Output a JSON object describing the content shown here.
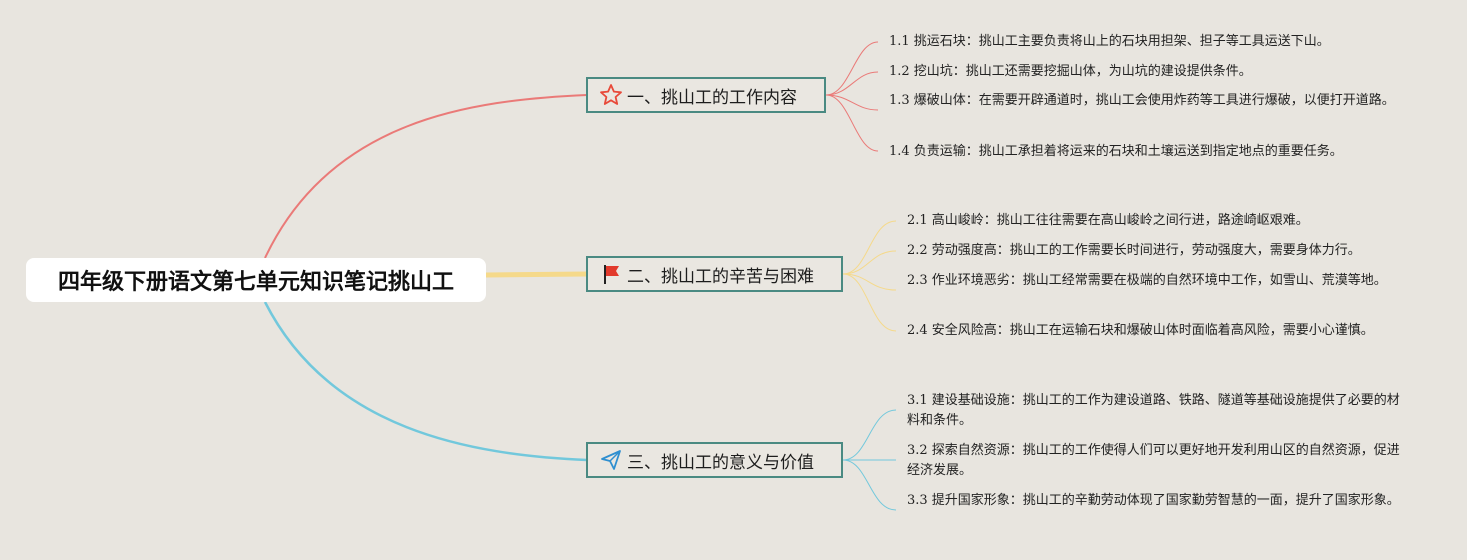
{
  "root": {
    "title": "四年级下册语文第七单元知识笔记挑山工"
  },
  "branches": [
    {
      "label": "一、挑山工的工作内容",
      "icon": "star-icon",
      "color": "#ea7a78",
      "items": [
        "1.1 挑运石块：挑山工主要负责将山上的石块用担架、担子等工具运送下山。",
        "1.2 挖山坑：挑山工还需要挖掘山体，为山坑的建设提供条件。",
        "1.3 爆破山体：在需要开辟通道时，挑山工会使用炸药等工具进行爆破，以便打开道路。",
        "1.4 负责运输：挑山工承担着将运来的石块和土壤运送到指定地点的重要任务。"
      ]
    },
    {
      "label": "二、挑山工的辛苦与困难",
      "icon": "flag-icon",
      "color": "#f5d98a",
      "items": [
        "2.1 高山峻岭：挑山工往往需要在高山峻岭之间行进，路途崎岖艰难。",
        "2.2 劳动强度高：挑山工的工作需要长时间进行，劳动强度大，需要身体力行。",
        "2.3 作业环境恶劣：挑山工经常需要在极端的自然环境中工作，如雪山、荒漠等地。",
        "2.4 安全风险高：挑山工在运输石块和爆破山体时面临着高风险，需要小心谨慎。"
      ]
    },
    {
      "label": "三、挑山工的意义与价值",
      "icon": "paper-plane-icon",
      "color": "#72c8dc",
      "items": [
        "3.1 建设基础设施：挑山工的工作为建设道路、铁路、隧道等基础设施提供了必要的材料和条件。",
        "3.2 探索自然资源：挑山工的工作使得人们可以更好地开发利用山区的自然资源，促进经济发展。",
        "3.3 提升国家形象：挑山工的辛勤劳动体现了国家勤劳智慧的一面，提升了国家形象。"
      ]
    }
  ]
}
